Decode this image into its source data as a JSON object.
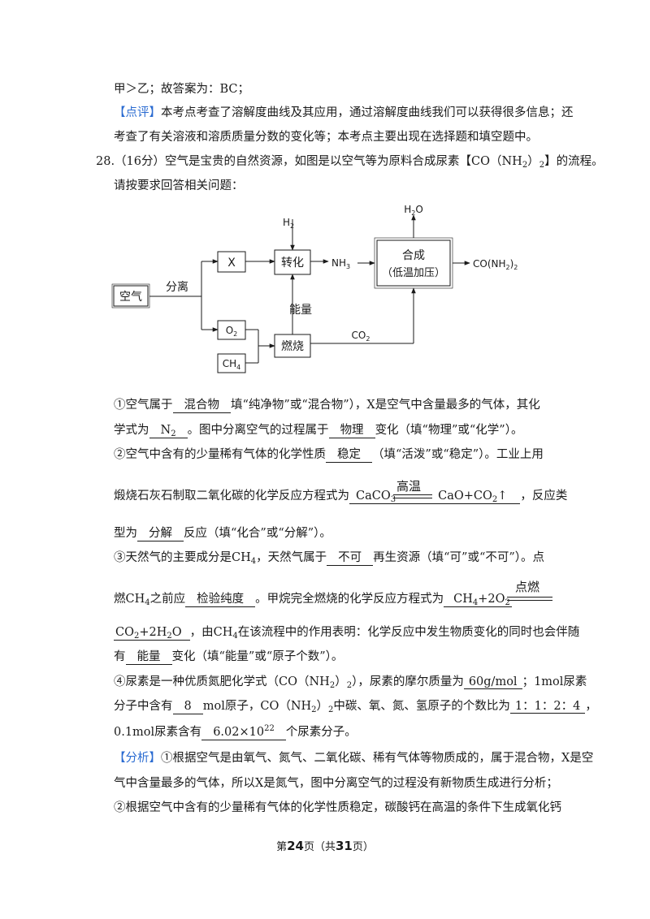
{
  "lines": {
    "l1": "甲＞乙；故答案为：BC；",
    "l2_tag": "【点评】",
    "l2": "本考点考查了溶解度曲线及其应用，通过溶解度曲线我们可以获得很多信息；还",
    "l3": "考查了有关溶液和溶质质量分数的变化等；本考点主要出现在选择题和填空题中。",
    "q_head": "28.（16分）空气是宝贵的自然资源，如图是以空气等为原料合成尿素【CO（NH",
    "q_head_sub": "2",
    "q_head_tail": "）",
    "q_head_sub2": "2",
    "q_head_end": "】的流程。",
    "q2": "请按要求回答相关问题："
  },
  "diagram": {
    "air": "空气",
    "separate": "分离",
    "x": "X",
    "o2": "O",
    "o2_sub": "2",
    "ch4": "CH",
    "ch4_sub": "4",
    "h2": "H",
    "h2_sub": "2",
    "convert": "转化",
    "nh3": "NH",
    "nh3_sub": "3",
    "combust": "燃烧",
    "energy": "能量",
    "co2": "CO",
    "co2_sub": "2",
    "synth1": "合成",
    "synth2": "（低温加压）",
    "h2o": "H",
    "h2o_sub": "2",
    "h2o_o": "O",
    "urea": "CO(NH",
    "urea_sub": "2",
    "urea_end": ")",
    "urea_sub2": "2"
  },
  "q1": {
    "a": "①空气属于",
    "a_ans": "混合物",
    "b": "填“纯净物”或“混合物”），X是空气中含量最多的气体，其化",
    "c": "学式为",
    "c_ans": "N",
    "c_ans_sub": "2",
    "d": "。图中分离空气的过程属于",
    "d_ans": "物理",
    "e": "变化（填“物理”或“化学”）。"
  },
  "q2": {
    "a": "②空气中含有的少量稀有气体的化学性质",
    "a_ans": "稳定",
    "b": "（填“活泼”或“稳定”）。工业上用",
    "c": "煅烧石灰石制取二氧化碳的化学反应方程式为",
    "cond": "高温",
    "eq_l": "CaCO",
    "eq_l_sub": "3",
    "eq_r": "CaO+CO",
    "eq_r_sub": "2",
    "eq_arrow": "↑",
    "d": "，反应类",
    "e": "型为",
    "e_ans": "分解",
    "f": "反应（填“化合”或“分解”）。"
  },
  "q3": {
    "a": "③天然气的主要成分是CH",
    "a_sub": "4",
    "b": "，天然气属于",
    "b_ans": "不可",
    "c": "再生资源（填“可”或“不可”）。点",
    "d": "燃CH",
    "d_sub": "4",
    "e": "之前应",
    "e_ans": "检验纯度",
    "f": "。甲烷完全燃烧的化学反应方程式为",
    "cond": "点燃",
    "eq_l": "CH",
    "eq_l_sub": "4",
    "eq_l2": "+2O",
    "eq_l2_sub": "2",
    "g_eq": "CO",
    "g_eq_sub": "2",
    "g_eq2": "+2H",
    "g_eq2_sub": "2",
    "g_eq3": "O",
    "g": "，由CH",
    "g_sub": "4",
    "h": "在该流程中的作用表明：化学反应中发生物质变化的同时也会伴随",
    "i": "有",
    "i_ans": "能量",
    "j": "变化（填“能量”或“原子个数”）。"
  },
  "q4": {
    "a": "④尿素是一种优质氮肥化学式（CO（NH",
    "a_sub": "2",
    "a2": "）",
    "a2_sub": "2",
    "b": "），尿素的摩尔质量为",
    "b_ans": "60g/mol",
    "c": "；1mol尿素",
    "d": "分子中含有",
    "d_ans": "8",
    "e": "mol原子，CO（NH",
    "e_sub": "2",
    "e2": "）",
    "e2_sub": "2",
    "f": "中碳、氧、氮、氢原子的个数比为",
    "f_ans": "1：1：2：4",
    "g": "，",
    "h": "0.1mol尿素含有",
    "h_ans": "6.02×10",
    "h_sup": "22",
    "i": "个尿素分子。"
  },
  "analysis": {
    "tag": "【分析】",
    "a": "①根据空气是由氧气、氮气、二氧化碳、稀有气体等物质成的，属于混合物，X是空",
    "b": "气中含量最多的气体，所以X是氮气，图中分离空气的过程没有新物质生成进行分析；",
    "c": "②根据空气中含有的少量稀有气体的化学性质稳定，碳酸钙在高温的条件下生成氧化钙"
  },
  "footer": {
    "pre": "第",
    "page": "24",
    "mid": "页（共",
    "total": "31",
    "post": "页）"
  }
}
